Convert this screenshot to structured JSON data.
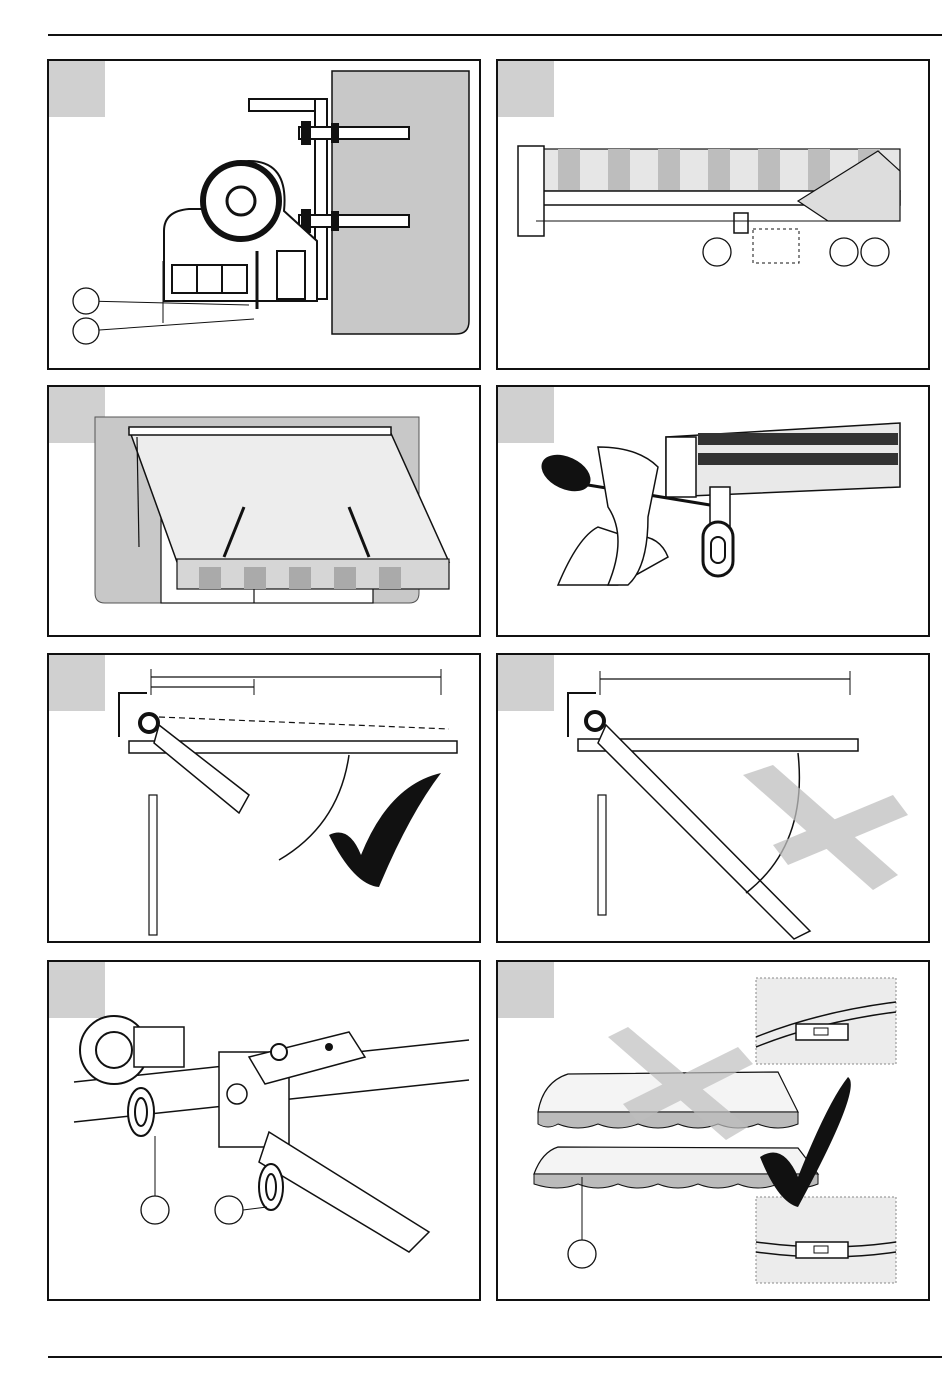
{
  "page": {
    "header_rule": true,
    "footer_rule": true
  },
  "panels": [
    {
      "id": 1,
      "subject": "bracket-mounting-detail",
      "callouts": 2,
      "number_label": ""
    },
    {
      "id": 2,
      "subject": "front-profile-hardware",
      "callouts": 3,
      "number_label": ""
    },
    {
      "id": 3,
      "subject": "awning-installed-over-window",
      "callouts": 0,
      "number_label": ""
    },
    {
      "id": 4,
      "subject": "screwdriver-adjustment",
      "callouts": 0,
      "number_label": ""
    },
    {
      "id": 5,
      "subject": "correct-arm-angle",
      "callouts": 0,
      "number_label": "",
      "status": "correct"
    },
    {
      "id": 6,
      "subject": "incorrect-arm-angle",
      "callouts": 0,
      "number_label": "",
      "status": "incorrect"
    },
    {
      "id": 7,
      "subject": "crank-eye-details",
      "callouts": 2,
      "number_label": ""
    },
    {
      "id": 8,
      "subject": "valance-alignment",
      "callouts": 1,
      "number_label": ""
    }
  ],
  "colors": {
    "line": "#111111",
    "tab": "#d0d0d0",
    "wall": "#c8c8c8",
    "fabric_stripe": "#bdbdbd",
    "mark_x": "#bfbfbf",
    "mark_check": "#111111"
  }
}
